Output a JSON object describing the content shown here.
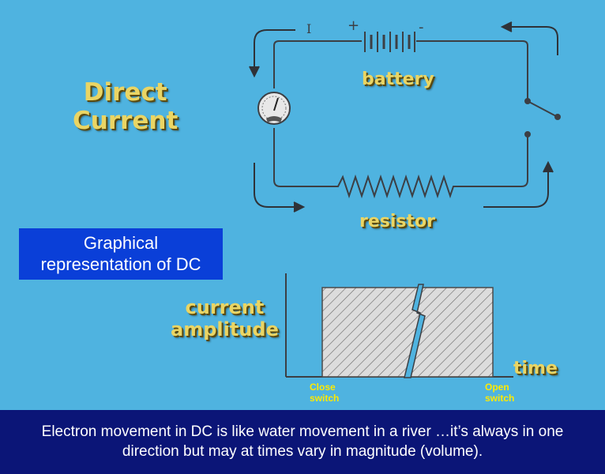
{
  "title": {
    "line1": "Direct",
    "line2": "Current"
  },
  "circuit": {
    "current_symbol": "I",
    "plus_symbol": "+",
    "minus_symbol": "-",
    "battery_label": "battery",
    "resistor_label": "resistor"
  },
  "graph_box": {
    "line1": "Graphical",
    "line2": "representation of DC"
  },
  "graph": {
    "y_label_line1": "current",
    "y_label_line2": "amplitude",
    "x_label": "time",
    "close_switch_line1": "Close",
    "close_switch_line2": "switch",
    "open_switch_line1": "Open",
    "open_switch_line2": "switch"
  },
  "footer_text": "Electron movement in DC is like water movement in a river …it’s always in one direction but may at times vary in magnitude (volume).",
  "colors": {
    "background": "#4fb3e0",
    "label_yellow": "#ead564",
    "box_blue": "#0a3fd8",
    "footer_navy": "#0b1577",
    "switch_yellow": "#ffea00"
  }
}
